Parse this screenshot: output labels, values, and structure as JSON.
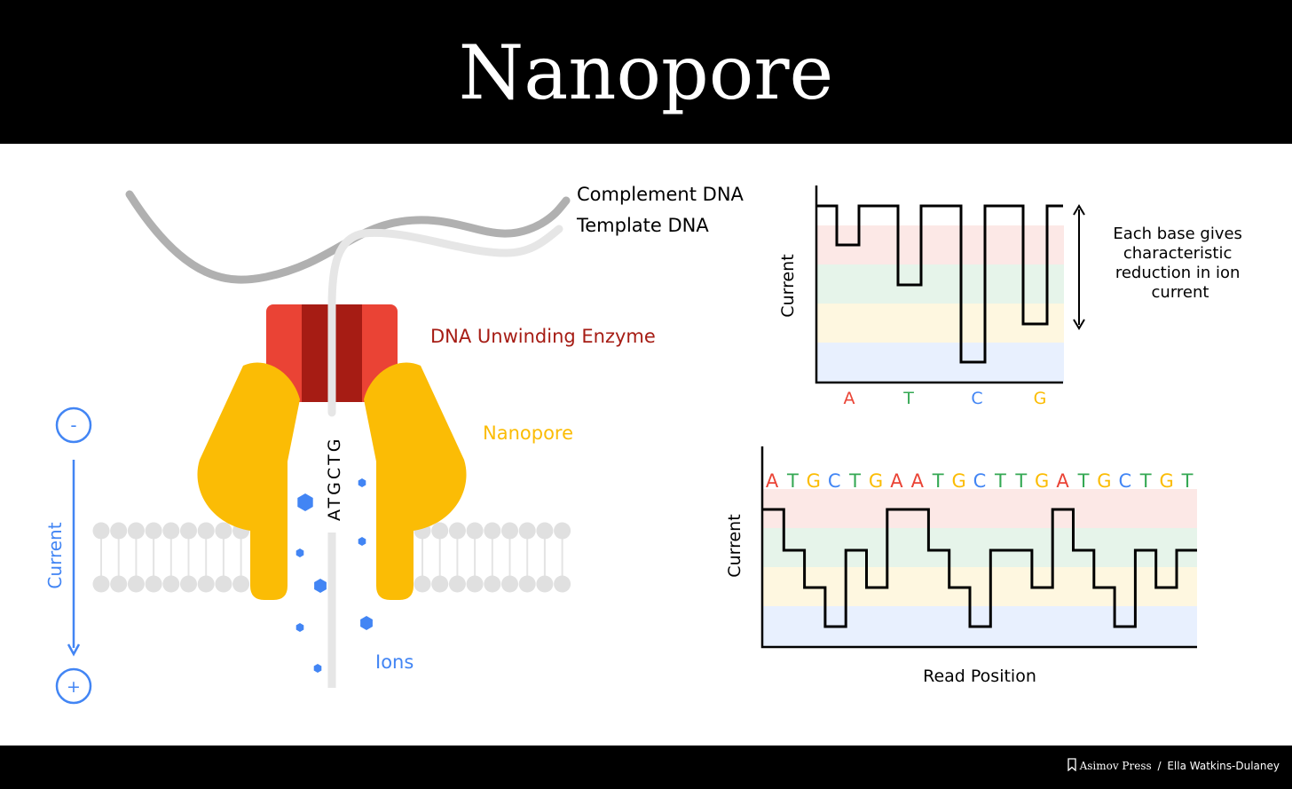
{
  "title": "Nanopore",
  "labels": {
    "complement_dna": "Complement DNA",
    "template_dna": "Template DNA",
    "enzyme": "DNA Unwinding Enzyme",
    "nanopore": "Nanopore",
    "ions": "Ions",
    "current_axis": "Current",
    "minus": "-",
    "plus": "+",
    "strand_sequence": "ATGCTG"
  },
  "colors": {
    "A": "#ea4335",
    "T": "#34a853",
    "C": "#4285f4",
    "G": "#fbbc04",
    "enzyme_dark": "#a61c14",
    "enzyme_light": "#ea4335",
    "enzyme_label": "#a61c14",
    "nanopore": "#fbbc05",
    "ions": "#4285f4",
    "current": "#4285f4"
  },
  "chart_data": [
    {
      "type": "line",
      "subtype": "step",
      "ylabel": "Current",
      "xlabel": "",
      "categories": [
        "A",
        "T",
        "C",
        "G"
      ],
      "levels": [
        "baseline",
        "A",
        "T",
        "G",
        "C"
      ],
      "level_bands": [
        "A",
        "T",
        "G",
        "C"
      ],
      "sequence": [
        "baseline",
        "A",
        "baseline",
        "T",
        "baseline",
        "C",
        "baseline",
        "G",
        "baseline"
      ],
      "annotation": "Each base gives characteristic reduction in ion current"
    },
    {
      "type": "line",
      "subtype": "step",
      "ylabel": "Current",
      "xlabel": "Read Position",
      "levels": [
        "A",
        "T",
        "G",
        "C"
      ],
      "sequence": [
        "A",
        "T",
        "G",
        "C",
        "T",
        "G",
        "A",
        "A",
        "T",
        "G",
        "C",
        "T",
        "T",
        "G",
        "A",
        "T",
        "G",
        "C",
        "T",
        "G",
        "T"
      ]
    }
  ],
  "credit": {
    "publisher": "Asimov Press",
    "separator": " / ",
    "author": "Ella Watkins-Dulaney"
  }
}
